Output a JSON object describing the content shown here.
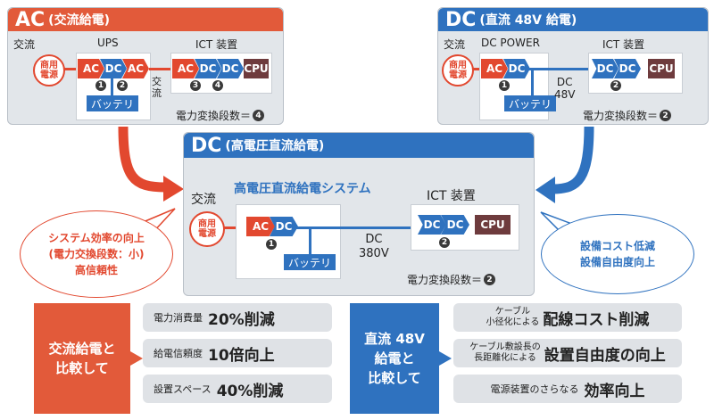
{
  "ac_panel": {
    "title_big": "AC",
    "title_sub": "(交流給電)",
    "label_ac": "交流",
    "label_ups": "UPS",
    "label_ict": "ICT 装置",
    "source": "商用電源",
    "chips": [
      "AC",
      "DC",
      "AC",
      "AC",
      "DC",
      "DC",
      "CPU"
    ],
    "nums": [
      "1",
      "2",
      "3",
      "4"
    ],
    "battery": "バッテリ",
    "mid_label": "交流",
    "steps_label": "電力変換段数＝",
    "steps_num": "4"
  },
  "dc48_panel": {
    "title_big": "DC",
    "title_sub": "(直流 48V 給電)",
    "label_ac": "交流",
    "label_power": "DC POWER",
    "label_ict": "ICT 装置",
    "source": "商用電源",
    "chips": [
      "AC",
      "DC",
      "DC",
      "DC",
      "CPU"
    ],
    "nums": [
      "1",
      "2"
    ],
    "battery": "バッテリ",
    "mid_label": "DC\n48V",
    "steps_label": "電力変換段数＝",
    "steps_num": "2"
  },
  "hvdc_panel": {
    "title_big": "DC",
    "title_sub": "(高電圧直流給電)",
    "system_title": "高電圧直流給電システム",
    "label_ac": "交流",
    "label_ict": "ICT 装置",
    "source": "商用電源",
    "chips": [
      "AC",
      "DC",
      "DC",
      "DC",
      "CPU"
    ],
    "nums": [
      "1",
      "2"
    ],
    "battery": "バッテリ",
    "mid_label": "DC\n380V",
    "steps_label": "電力変換段数＝",
    "steps_num": "2"
  },
  "bubble_left": [
    "システム効率の向上",
    "(電力交換段数：小)",
    "高信頼性"
  ],
  "bubble_right": [
    "設備コスト低減",
    "設備自由度向上"
  ],
  "compare_ac": [
    "交流給電と",
    "比較して"
  ],
  "compare_dc": [
    "直流 48V",
    "給電と",
    "比較して"
  ],
  "results_ac": [
    {
      "small": "電力消費量",
      "large": "20%削減"
    },
    {
      "small": "給電信頼度",
      "large": "10倍向上"
    },
    {
      "small": "設置スペース",
      "large": "40%削減"
    }
  ],
  "results_dc": [
    {
      "small": "ケーブル\n小径化による",
      "large": "配線コスト削減"
    },
    {
      "small": "ケーブル敷設長の\n長距離化による",
      "large": "設置自由度の向上"
    },
    {
      "small": "電源装置のさらなる",
      "large": "効率向上"
    }
  ],
  "colors": {
    "red": "#e25a3a",
    "blue": "#2f72bf",
    "cpu": "#6e3b3d",
    "panel": "#e2e6ea"
  }
}
